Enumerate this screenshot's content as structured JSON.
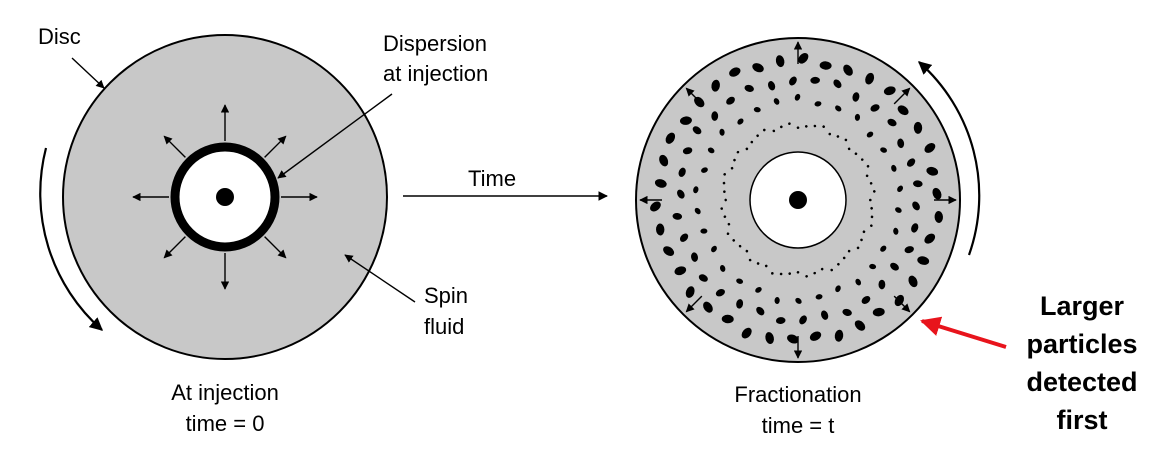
{
  "labels": {
    "disc": "Disc",
    "dispersion_line1": "Dispersion",
    "dispersion_line2": "at injection",
    "time": "Time",
    "spin_line1": "Spin",
    "spin_line2": "fluid",
    "left_caption_line1": "At injection",
    "left_caption_line2": "time = 0",
    "right_caption_line1": "Fractionation",
    "right_caption_line2": "time = t",
    "note_line1": "Larger",
    "note_line2": "particles",
    "note_line3": "detected",
    "note_line4": "first"
  },
  "colors": {
    "disc_fill": "#c8c8c8",
    "ink": "#000000",
    "highlight_arrow": "#e8141c"
  }
}
